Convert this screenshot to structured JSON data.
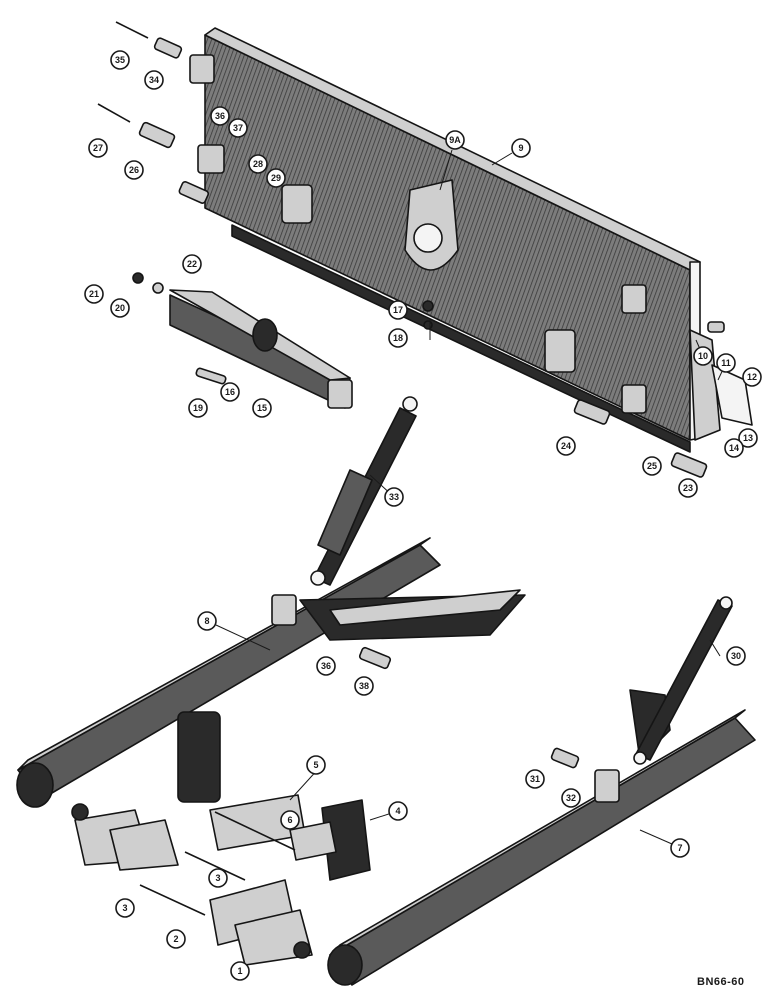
{
  "drawing_code": "BN66-60",
  "callouts": [
    {
      "id": "c35",
      "label": "35"
    },
    {
      "id": "c34",
      "label": "34"
    },
    {
      "id": "c36a",
      "label": "36"
    },
    {
      "id": "c37",
      "label": "37"
    },
    {
      "id": "c27",
      "label": "27"
    },
    {
      "id": "c26",
      "label": "26"
    },
    {
      "id": "c28",
      "label": "28"
    },
    {
      "id": "c29",
      "label": "29"
    },
    {
      "id": "c9A",
      "label": "9A"
    },
    {
      "id": "c9",
      "label": "9"
    },
    {
      "id": "c22",
      "label": "22"
    },
    {
      "id": "c21",
      "label": "21"
    },
    {
      "id": "c20",
      "label": "20"
    },
    {
      "id": "c17",
      "label": "17"
    },
    {
      "id": "c18",
      "label": "18"
    },
    {
      "id": "c16",
      "label": "16"
    },
    {
      "id": "c19",
      "label": "19"
    },
    {
      "id": "c15",
      "label": "15"
    },
    {
      "id": "c10",
      "label": "10"
    },
    {
      "id": "c11",
      "label": "11"
    },
    {
      "id": "c12",
      "label": "12"
    },
    {
      "id": "c13",
      "label": "13"
    },
    {
      "id": "c14",
      "label": "14"
    },
    {
      "id": "c24",
      "label": "24"
    },
    {
      "id": "c25",
      "label": "25"
    },
    {
      "id": "c23",
      "label": "23"
    },
    {
      "id": "c33",
      "label": "33"
    },
    {
      "id": "c8",
      "label": "8"
    },
    {
      "id": "c36b",
      "label": "36"
    },
    {
      "id": "c38",
      "label": "38"
    },
    {
      "id": "c30",
      "label": "30"
    },
    {
      "id": "c31",
      "label": "31"
    },
    {
      "id": "c32",
      "label": "32"
    },
    {
      "id": "c5",
      "label": "5"
    },
    {
      "id": "c6",
      "label": "6"
    },
    {
      "id": "c4",
      "label": "4"
    },
    {
      "id": "c3a",
      "label": "3"
    },
    {
      "id": "c3b",
      "label": "3"
    },
    {
      "id": "c2",
      "label": "2"
    },
    {
      "id": "c1",
      "label": "1"
    },
    {
      "id": "c7",
      "label": "7"
    }
  ]
}
